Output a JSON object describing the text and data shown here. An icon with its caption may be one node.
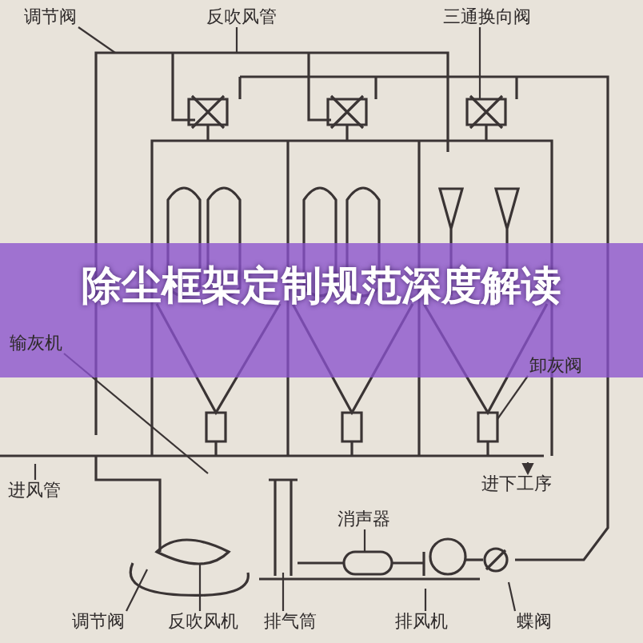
{
  "diagram": {
    "title": "除尘框架定制规范深度解读",
    "nodes": [
      {
        "text": [
          "调节阀"
        ]
      },
      {
        "text": [
          "反吹风管"
        ]
      },
      {
        "text": [
          "三通换向阀"
        ]
      },
      {
        "text": [
          "输灰机"
        ]
      },
      {
        "text": [
          "卸灰阀"
        ]
      },
      {
        "text": [
          "进风管"
        ]
      },
      {
        "text": [
          "进下工序"
        ]
      },
      {
        "text": [
          "消声器"
        ]
      },
      {
        "text": [
          "调节阀"
        ]
      },
      {
        "text": [
          "反吹风机"
        ]
      },
      {
        "text": [
          "排气筒"
        ]
      },
      {
        "text": [
          "排风机"
        ]
      },
      {
        "text": [
          "蝶阀"
        ]
      }
    ],
    "edges": [
      {
        "from": 0,
        "to": null,
        "arrow": "none"
      },
      {
        "from": 1,
        "to": null,
        "arrow": "none"
      },
      {
        "from": 2,
        "to": null,
        "arrow": "none"
      },
      {
        "from": 3,
        "to": null,
        "arrow": "none"
      },
      {
        "from": 4,
        "to": null,
        "arrow": "none"
      },
      {
        "from": 5,
        "to": null,
        "arrow": "none"
      },
      {
        "from": null,
        "to": 6,
        "arrow": "to"
      },
      {
        "from": 7,
        "to": null,
        "arrow": "none"
      },
      {
        "from": 8,
        "to": null,
        "arrow": "none"
      },
      {
        "from": 9,
        "to": null,
        "arrow": "none"
      },
      {
        "from": 10,
        "to": null,
        "arrow": "none"
      },
      {
        "from": 11,
        "to": null,
        "arrow": "none"
      },
      {
        "from": 12,
        "to": null,
        "arrow": "none"
      }
    ]
  }
}
